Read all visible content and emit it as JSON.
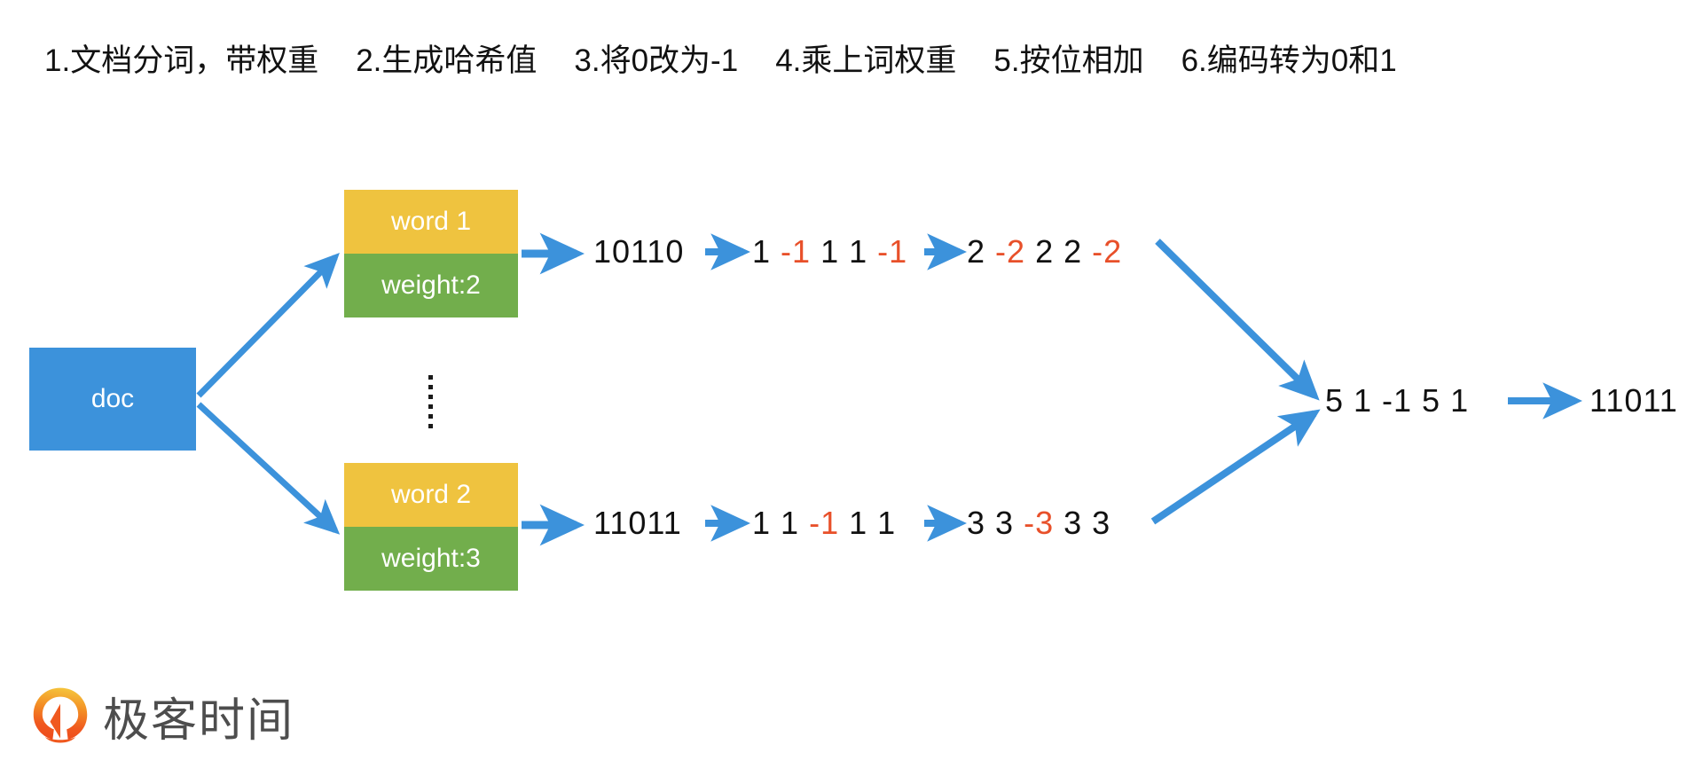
{
  "header": {
    "steps": [
      "1.文档分词，带权重",
      "2.生成哈希值",
      "3.将0改为-1",
      "4.乘上词权重",
      "5.按位相加",
      "6.编码转为0和1"
    ]
  },
  "diagram": {
    "doc_label": "doc",
    "words": [
      {
        "name": "word 1",
        "weight": "weight:2"
      },
      {
        "name": "word 2",
        "weight": "weight:3"
      }
    ],
    "rows": [
      {
        "hash": "10110",
        "signed": [
          {
            "t": "1",
            "neg": false
          },
          {
            "t": "-1",
            "neg": true
          },
          {
            "t": "1",
            "neg": false
          },
          {
            "t": "1",
            "neg": false
          },
          {
            "t": "-1",
            "neg": true
          }
        ],
        "weighted": [
          {
            "t": "2",
            "neg": false
          },
          {
            "t": "-2",
            "neg": true
          },
          {
            "t": "2",
            "neg": false
          },
          {
            "t": "2",
            "neg": false
          },
          {
            "t": "-2",
            "neg": true
          }
        ]
      },
      {
        "hash": "11011",
        "signed": [
          {
            "t": "1",
            "neg": false
          },
          {
            "t": "1",
            "neg": false
          },
          {
            "t": "-1",
            "neg": true
          },
          {
            "t": "1",
            "neg": false
          },
          {
            "t": "1",
            "neg": false
          }
        ],
        "weighted": [
          {
            "t": "3",
            "neg": false
          },
          {
            "t": "3",
            "neg": false
          },
          {
            "t": "-3",
            "neg": true
          },
          {
            "t": "3",
            "neg": false
          },
          {
            "t": "3",
            "neg": false
          }
        ]
      }
    ],
    "sum": "5 1 -1 5 1",
    "final": "11011",
    "ellipsis_dots": 6
  },
  "logo": {
    "text": "极客时间",
    "mark": "geek-time-logo-icon"
  },
  "colors": {
    "blue": "#3C92DB",
    "yellow": "#EFC33F",
    "green": "#72AE4C",
    "negative_red": "#E8502A",
    "logo_orange": "#F05A22",
    "logo_yellow": "#F7B733",
    "text": "#111111",
    "logo_text": "#4d4d4d",
    "background": "#ffffff"
  }
}
